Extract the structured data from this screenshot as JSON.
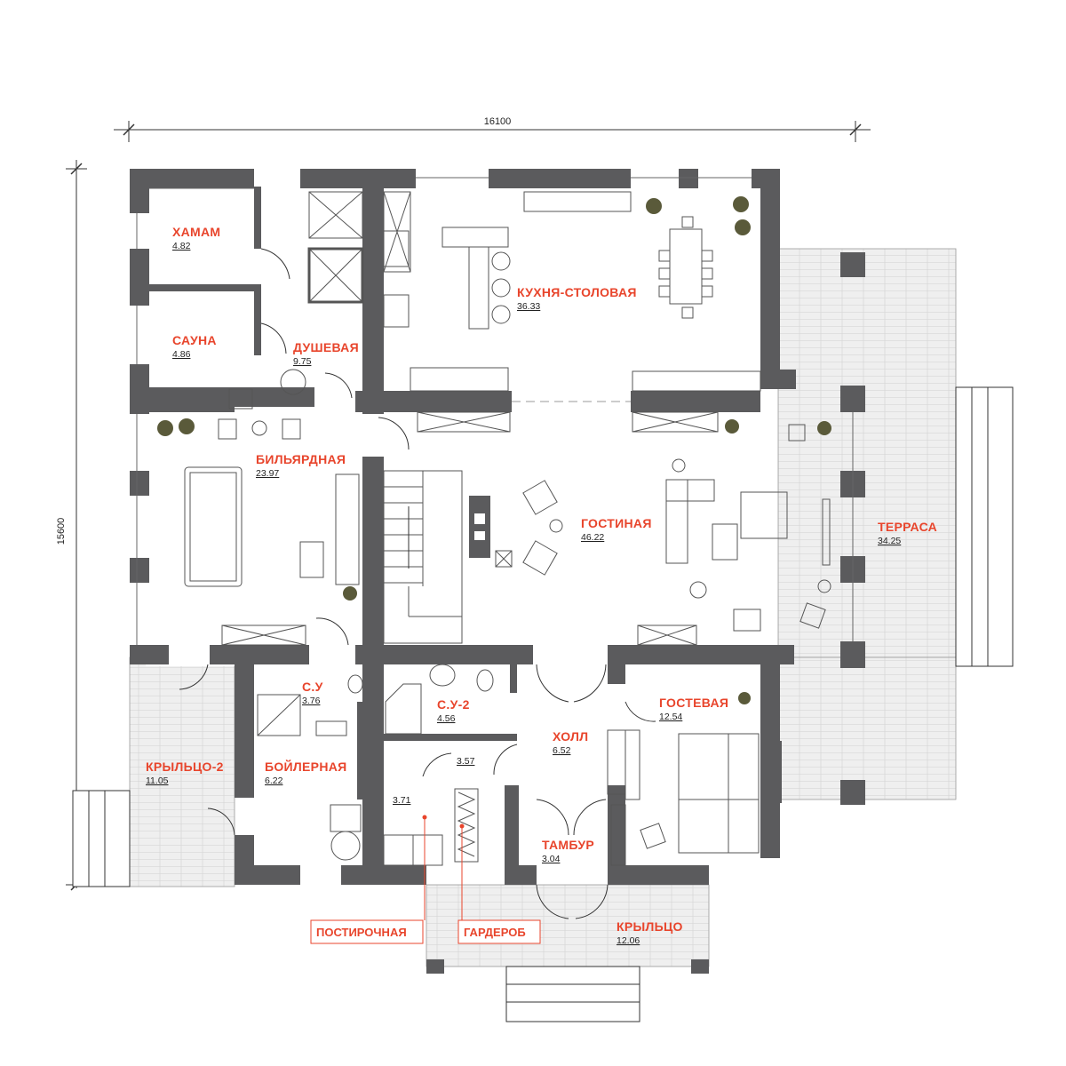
{
  "dimensions": {
    "width": "16100",
    "height": "15600"
  },
  "rooms": [
    {
      "id": "hamam",
      "name": "ХАМАМ",
      "area": "4.82"
    },
    {
      "id": "sauna",
      "name": "САУНА",
      "area": "4.86"
    },
    {
      "id": "shower",
      "name": "ДУШЕВАЯ",
      "area": "9.75"
    },
    {
      "id": "kitchen",
      "name": "КУХНЯ-СТОЛОВАЯ",
      "area": "36.33"
    },
    {
      "id": "billiard",
      "name": "БИЛЬЯРДНАЯ",
      "area": "23.97"
    },
    {
      "id": "living",
      "name": "ГОСТИНАЯ",
      "area": "46.22"
    },
    {
      "id": "terrace",
      "name": "ТЕРРАСА",
      "area": "34.25"
    },
    {
      "id": "wc",
      "name": "С.У",
      "area": "3.76"
    },
    {
      "id": "wc2",
      "name": "С.У-2",
      "area": "4.56"
    },
    {
      "id": "hall",
      "name": "ХОЛЛ",
      "area": "6.52"
    },
    {
      "id": "guest",
      "name": "ГОСТЕВАЯ",
      "area": "12.54"
    },
    {
      "id": "porch2",
      "name": "КРЫЛЬЦО-2",
      "area": "11.05"
    },
    {
      "id": "boiler",
      "name": "БОЙЛЕРНАЯ",
      "area": "6.22"
    },
    {
      "id": "vestibule",
      "name": "ТАМБУР",
      "area": "3.04"
    },
    {
      "id": "porch",
      "name": "КРЫЛЬЦО",
      "area": "12.06"
    }
  ],
  "unlabeled_areas": {
    "laundry": "3.71",
    "wardrobe": "3.57"
  },
  "callouts": {
    "laundry": "ПОСТИРОЧНАЯ",
    "wardrobe": "ГАРДЕРОБ"
  },
  "colors": {
    "wall": "#5b5b5d",
    "label": "#e8452c",
    "text": "#222222"
  }
}
